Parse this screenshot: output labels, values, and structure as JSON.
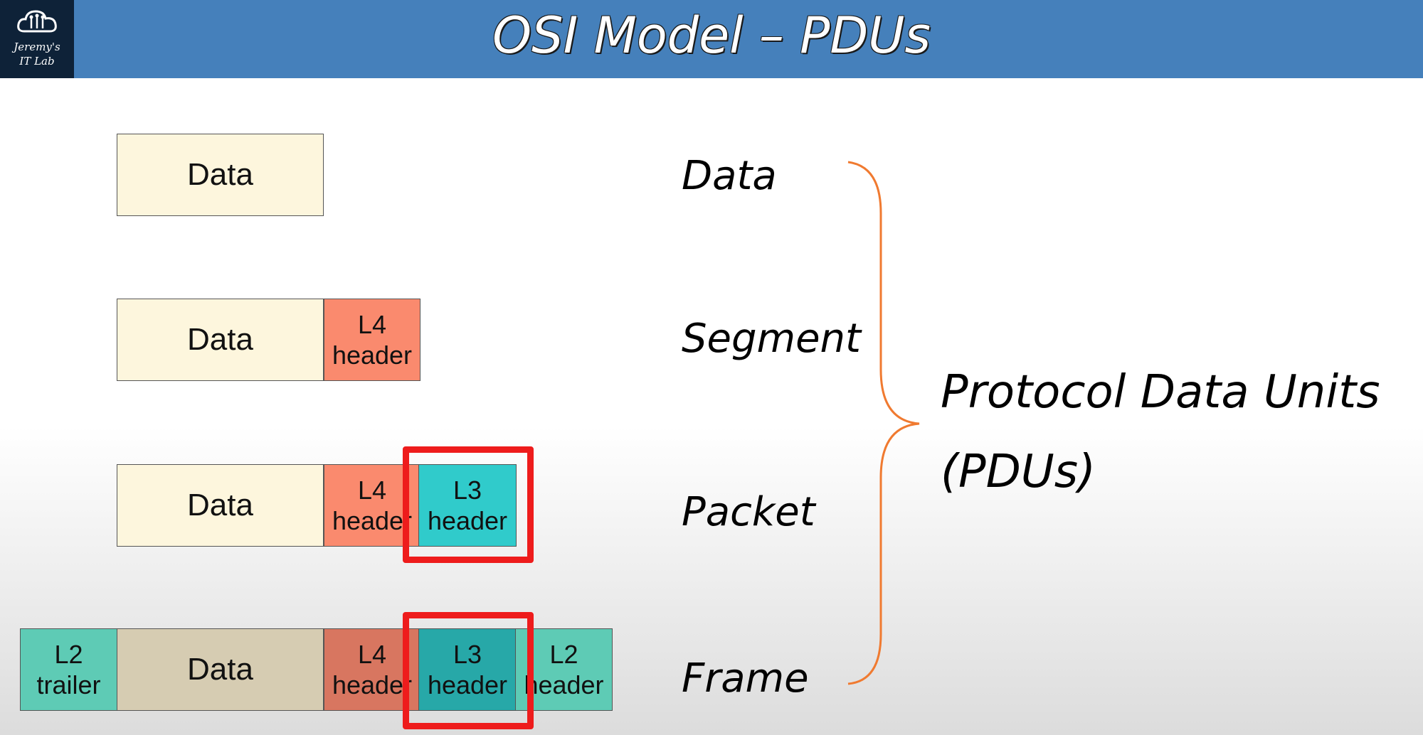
{
  "header": {
    "title": "OSI Model – PDUs",
    "logo_line1": "Jeremy's",
    "logo_line2": "IT Lab"
  },
  "colors": {
    "header_bg": "#4580bb",
    "data_box": "#fdf6dd",
    "l4_header": "#fa8a6e",
    "l3_header": "#30cbcb",
    "l2": "#5ecbb5",
    "highlight": "#ee1c1c",
    "brace": "#f07a30"
  },
  "rows": {
    "data": {
      "data": "Data"
    },
    "segment": {
      "data": "Data",
      "l4_line1": "L4",
      "l4_line2": "header"
    },
    "packet": {
      "data": "Data",
      "l4_line1": "L4",
      "l4_line2": "header",
      "l3_line1": "L3",
      "l3_line2": "header"
    },
    "frame": {
      "trailer_line1": "L2",
      "trailer_line2": "trailer",
      "data": "Data",
      "l4_line1": "L4",
      "l4_line2": "header",
      "l3_line1": "L3",
      "l3_line2": "header",
      "l2_line1": "L2",
      "l2_line2": "header"
    }
  },
  "pdu_labels": [
    "Data",
    "Segment",
    "Packet",
    "Frame"
  ],
  "pdu_summary": {
    "line1": "Protocol Data Units",
    "line2": "(PDUs)"
  }
}
